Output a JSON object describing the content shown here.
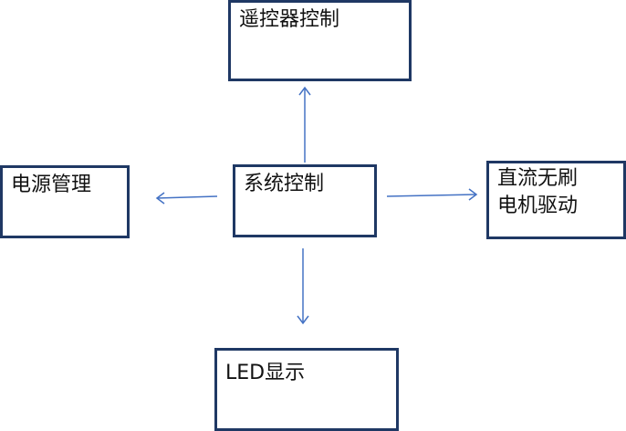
{
  "diagram": {
    "nodes": {
      "remote": {
        "lines": [
          "遥控器控制"
        ]
      },
      "system": {
        "lines": [
          "系统控制"
        ]
      },
      "power": {
        "lines": [
          "电源管理"
        ]
      },
      "motor": {
        "lines": [
          "直流无刷",
          "电机驱动"
        ]
      },
      "led": {
        "lines": [
          "LED显示"
        ]
      }
    },
    "edges": [
      {
        "from": "system",
        "to": "remote"
      },
      {
        "from": "system",
        "to": "power"
      },
      {
        "from": "system",
        "to": "motor"
      },
      {
        "from": "system",
        "to": "led"
      }
    ],
    "colors": {
      "box_border": "#1f3864",
      "arrow": "#4472c4",
      "text": "#111111"
    }
  }
}
